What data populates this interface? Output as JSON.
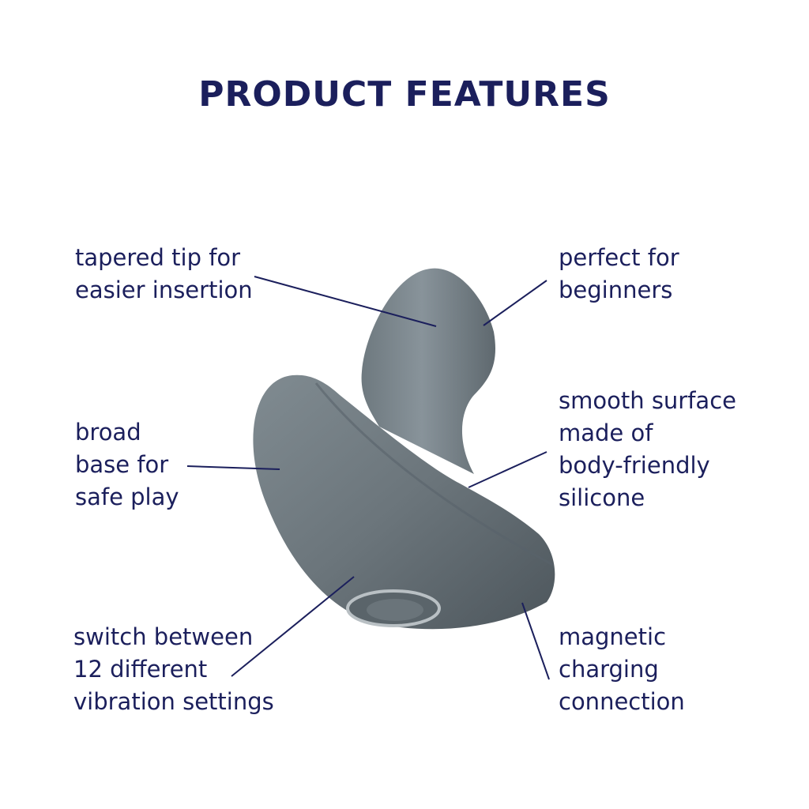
{
  "title": "PRODUCT FEATURES",
  "colors": {
    "text": "#1b1f5c",
    "product": "#6f7a80",
    "leader_line": "#1b1f5c"
  },
  "features": [
    {
      "text": "tapered tip for\neasier insertion"
    },
    {
      "text": "perfect for\nbeginners"
    },
    {
      "text": "broad\nbase for\nsafe play"
    },
    {
      "text": "smooth surface\nmade of\nbody-friendly\nsilicone"
    },
    {
      "text": "switch between\n12 different\nvibration settings"
    },
    {
      "text": "magnetic\ncharging\nconnection"
    }
  ]
}
